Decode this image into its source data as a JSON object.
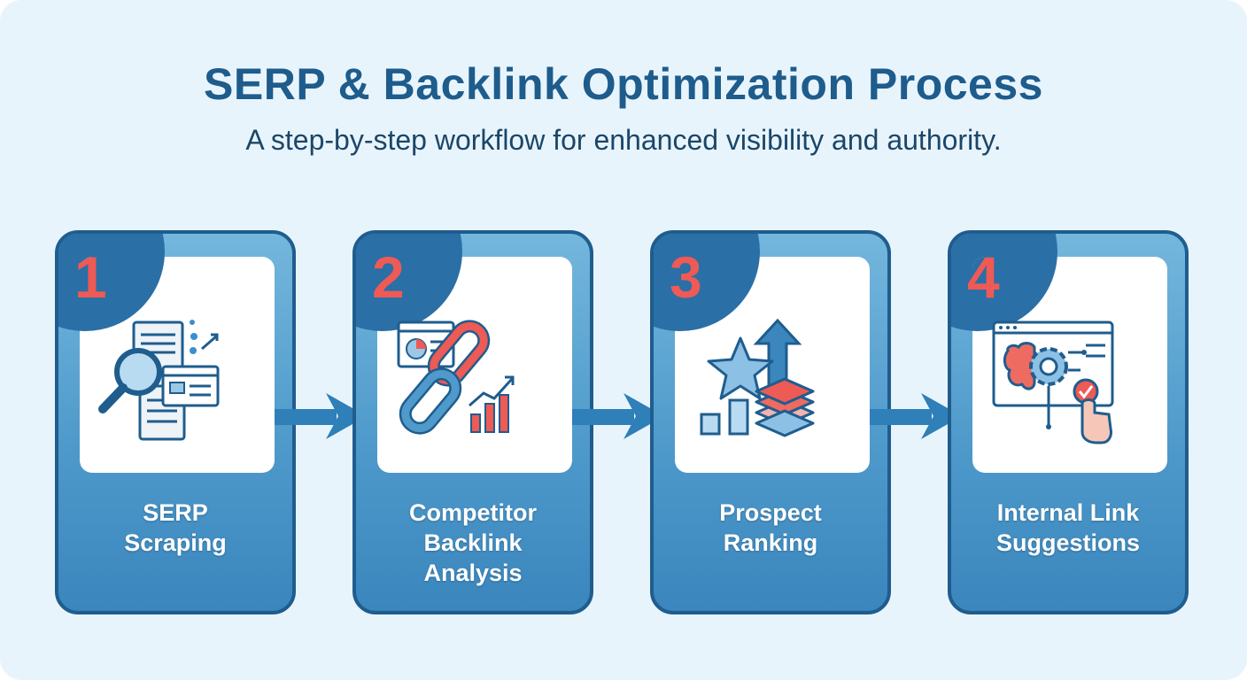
{
  "title": "SERP & Backlink Optimization Process",
  "subtitle": "A step-by-step workflow for enhanced visibility and authority.",
  "steps": [
    {
      "number": "1",
      "label": "SERP Scraping",
      "icon": "magnifier-documents-icon"
    },
    {
      "number": "2",
      "label": "Competitor Backlink Analysis",
      "icon": "chain-link-chart-icon"
    },
    {
      "number": "3",
      "label": "Prospect Ranking",
      "icon": "star-layers-rank-icon"
    },
    {
      "number": "4",
      "label": "Internal Link Suggestions",
      "icon": "brain-gear-click-icon"
    }
  ],
  "colors": {
    "background": "#e8f4fc",
    "title": "#1e5c8c",
    "card_border": "#1f5d8e",
    "card_fill": "#4f9acb",
    "number": "#ee5a55",
    "arrow": "#2f7fb8"
  }
}
